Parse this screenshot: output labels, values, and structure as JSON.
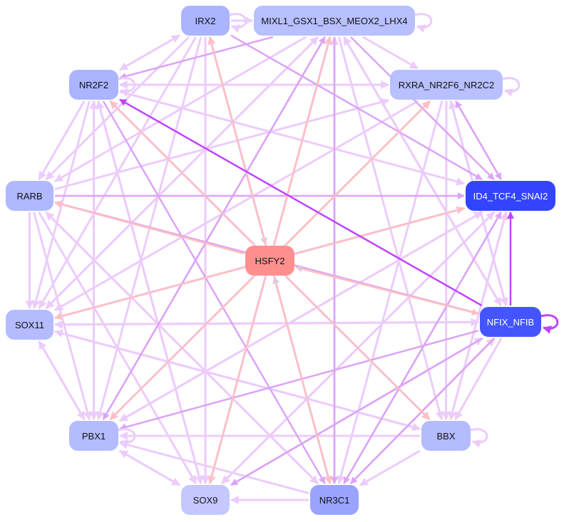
{
  "nodes": [
    {
      "id": "IRX2",
      "label": "IRX2",
      "color": "#aab4ff"
    },
    {
      "id": "MIXL",
      "label": "MIXL1_GSX1_BSX_MEOX2_LHX4",
      "color": "#b8c0ff"
    },
    {
      "id": "NR2F2",
      "label": "NR2F2",
      "color": "#aab4ff"
    },
    {
      "id": "RXRA",
      "label": "RXRA_NR2F6_NR2C2",
      "color": "#b8c0ff"
    },
    {
      "id": "RARB",
      "label": "RARB",
      "color": "#b0b8ff"
    },
    {
      "id": "ID4",
      "label": "ID4_TCF4_SNAI2",
      "color": "#3344ff"
    },
    {
      "id": "HSFY2",
      "label": "HSFY2",
      "color": "#ff8f8f"
    },
    {
      "id": "SOX11",
      "label": "SOX11",
      "color": "#b4bcff"
    },
    {
      "id": "NFIX",
      "label": "NFIX_NFIB",
      "color": "#4455ff"
    },
    {
      "id": "PBX1",
      "label": "PBX1",
      "color": "#b4bcff"
    },
    {
      "id": "BBX",
      "label": "BBX",
      "color": "#b4bcff"
    },
    {
      "id": "SOX9",
      "label": "SOX9",
      "color": "#c4c8ff"
    },
    {
      "id": "NR3C1",
      "label": "NR3C1",
      "color": "#98a4ff"
    }
  ],
  "edge_colors": {
    "light": "#ecccfb",
    "mid": "#dca4f6",
    "strong": "#c044ff",
    "salmon": "#ffc0c0",
    "blue": "#c8d0f6"
  },
  "edges": [
    [
      "HSFY2",
      "IRX2",
      "salmon"
    ],
    [
      "HSFY2",
      "MIXL",
      "salmon"
    ],
    [
      "HSFY2",
      "NR2F2",
      "salmon"
    ],
    [
      "HSFY2",
      "RXRA",
      "salmon"
    ],
    [
      "HSFY2",
      "RARB",
      "salmon"
    ],
    [
      "HSFY2",
      "ID4",
      "salmon"
    ],
    [
      "HSFY2",
      "SOX11",
      "salmon"
    ],
    [
      "HSFY2",
      "NFIX",
      "salmon"
    ],
    [
      "HSFY2",
      "PBX1",
      "salmon"
    ],
    [
      "HSFY2",
      "BBX",
      "salmon"
    ],
    [
      "HSFY2",
      "SOX9",
      "salmon"
    ],
    [
      "HSFY2",
      "NR3C1",
      "salmon"
    ],
    [
      "IRX2",
      "HSFY2",
      "blue"
    ],
    [
      "NR3C1",
      "HSFY2",
      "blue"
    ],
    [
      "NFIX",
      "HSFY2",
      "blue"
    ],
    [
      "NFIX",
      "ID4",
      "strong"
    ],
    [
      "NFIX",
      "NR2F2",
      "strong"
    ],
    [
      "NFIX",
      "RARB",
      "mid"
    ],
    [
      "NFIX",
      "PBX1",
      "mid"
    ],
    [
      "NFIX",
      "SOX9",
      "mid"
    ],
    [
      "NFIX",
      "NR3C1",
      "mid"
    ],
    [
      "IRX2",
      "MIXL",
      "light"
    ],
    [
      "IRX2",
      "NR2F2",
      "light"
    ],
    [
      "IRX2",
      "RARB",
      "light"
    ],
    [
      "IRX2",
      "SOX11",
      "light"
    ],
    [
      "IRX2",
      "PBX1",
      "light"
    ],
    [
      "IRX2",
      "ID4",
      "mid"
    ],
    [
      "IRX2",
      "NR3C1",
      "light"
    ],
    [
      "IRX2",
      "SOX9",
      "light"
    ],
    [
      "MIXL",
      "NR2F2",
      "mid"
    ],
    [
      "MIXL",
      "RXRA",
      "light"
    ],
    [
      "MIXL",
      "ID4",
      "mid"
    ],
    [
      "MIXL",
      "NFIX",
      "light"
    ],
    [
      "MIXL",
      "BBX",
      "light"
    ],
    [
      "MIXL",
      "NR3C1",
      "mid"
    ],
    [
      "MIXL",
      "SOX9",
      "light"
    ],
    [
      "MIXL",
      "PBX1",
      "mid"
    ],
    [
      "MIXL",
      "SOX11",
      "light"
    ],
    [
      "MIXL",
      "RARB",
      "light"
    ],
    [
      "NR2F2",
      "RXRA",
      "light"
    ],
    [
      "NR2F2",
      "ID4",
      "light"
    ],
    [
      "NR2F2",
      "RARB",
      "light"
    ],
    [
      "NR2F2",
      "SOX11",
      "light"
    ],
    [
      "NR2F2",
      "PBX1",
      "light"
    ],
    [
      "NR2F2",
      "SOX9",
      "light"
    ],
    [
      "NR2F2",
      "NR3C1",
      "mid"
    ],
    [
      "NR2F2",
      "BBX",
      "light"
    ],
    [
      "NR2F2",
      "IRX2",
      "light"
    ],
    [
      "RXRA",
      "ID4",
      "mid"
    ],
    [
      "RXRA",
      "NFIX",
      "light"
    ],
    [
      "RXRA",
      "BBX",
      "light"
    ],
    [
      "RXRA",
      "NR3C1",
      "light"
    ],
    [
      "RXRA",
      "PBX1",
      "light"
    ],
    [
      "RXRA",
      "SOX11",
      "light"
    ],
    [
      "RXRA",
      "NR2F2",
      "light"
    ],
    [
      "RARB",
      "ID4",
      "mid"
    ],
    [
      "RARB",
      "SOX11",
      "light"
    ],
    [
      "RARB",
      "PBX1",
      "light"
    ],
    [
      "RARB",
      "SOX9",
      "light"
    ],
    [
      "RARB",
      "NR3C1",
      "light"
    ],
    [
      "RARB",
      "RXRA",
      "light"
    ],
    [
      "ID4",
      "RXRA",
      "mid"
    ],
    [
      "ID4",
      "NR3C1",
      "mid"
    ],
    [
      "ID4",
      "SOX9",
      "light"
    ],
    [
      "ID4",
      "PBX1",
      "light"
    ],
    [
      "ID4",
      "SOX11",
      "light"
    ],
    [
      "ID4",
      "BBX",
      "light"
    ],
    [
      "SOX11",
      "NFIX",
      "light"
    ],
    [
      "SOX11",
      "ID4",
      "light"
    ],
    [
      "SOX11",
      "PBX1",
      "light"
    ],
    [
      "SOX11",
      "MIXL",
      "light"
    ],
    [
      "SOX11",
      "BBX",
      "light"
    ],
    [
      "NFIX",
      "SOX11",
      "light"
    ],
    [
      "NFIX",
      "BBX",
      "light"
    ],
    [
      "NFIX",
      "MIXL",
      "light"
    ],
    [
      "NFIX",
      "RXRA",
      "light"
    ],
    [
      "PBX1",
      "SOX11",
      "light"
    ],
    [
      "PBX1",
      "SOX9",
      "light"
    ],
    [
      "PBX1",
      "ID4",
      "light"
    ],
    [
      "PBX1",
      "MIXL",
      "mid"
    ],
    [
      "PBX1",
      "NR2F2",
      "light"
    ],
    [
      "PBX1",
      "RXRA",
      "light"
    ],
    [
      "BBX",
      "NR3C1",
      "light"
    ],
    [
      "BBX",
      "PBX1",
      "light"
    ],
    [
      "BBX",
      "ID4",
      "light"
    ],
    [
      "BBX",
      "NR2F2",
      "light"
    ],
    [
      "BBX",
      "SOX11",
      "light"
    ],
    [
      "SOX9",
      "PBX1",
      "light"
    ],
    [
      "SOX9",
      "NFIX",
      "light"
    ],
    [
      "SOX9",
      "ID4",
      "light"
    ],
    [
      "SOX9",
      "MIXL",
      "light"
    ],
    [
      "SOX9",
      "NR2F2",
      "light"
    ],
    [
      "NR3C1",
      "SOX9",
      "light"
    ],
    [
      "NR3C1",
      "PBX1",
      "light"
    ],
    [
      "NR3C1",
      "MIXL",
      "light"
    ],
    [
      "NR3C1",
      "ID4",
      "mid"
    ],
    [
      "NR3C1",
      "IRX2",
      "light"
    ],
    [
      "NR3C1",
      "RARB",
      "light"
    ],
    [
      "NR3C1",
      "NFIX",
      "light"
    ]
  ],
  "self_loops": [
    [
      "MIXL",
      "light"
    ],
    [
      "NR2F2",
      "light"
    ],
    [
      "RXRA",
      "light"
    ],
    [
      "NFIX",
      "strong"
    ],
    [
      "PBX1",
      "light"
    ],
    [
      "BBX",
      "light"
    ],
    [
      "IRX2",
      "light"
    ]
  ]
}
